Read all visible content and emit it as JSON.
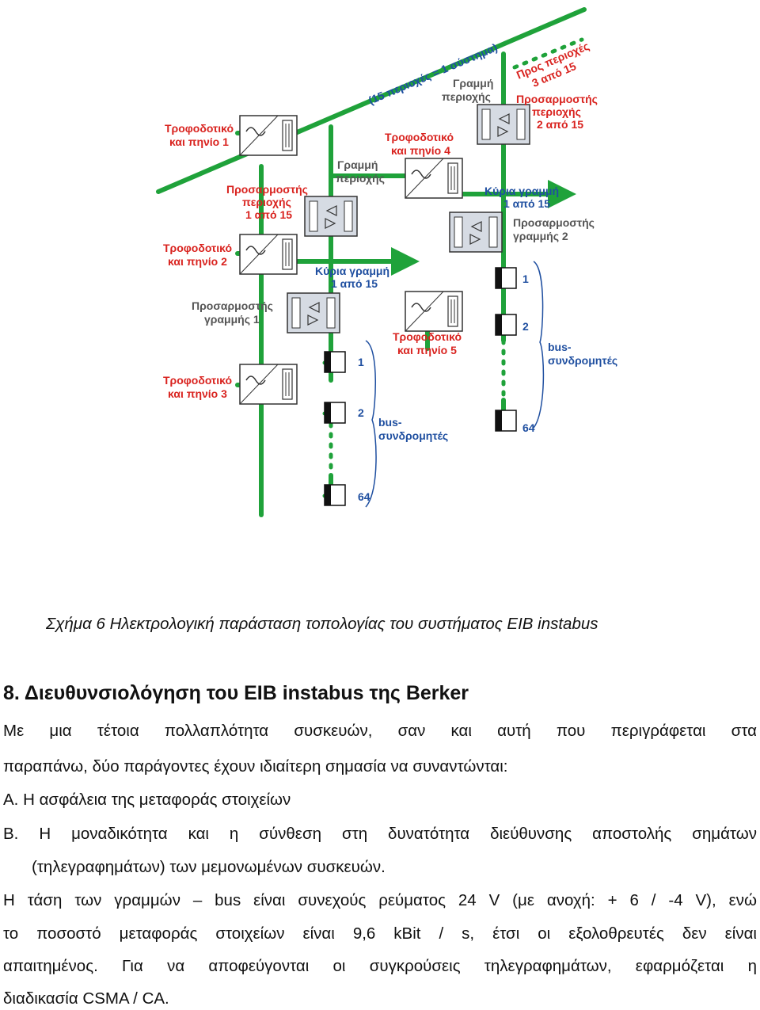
{
  "diagram": {
    "labels": {
      "system": "(15 περιοχές = 1 σύστημα)",
      "to_areas": [
        "Προς περιοχές",
        "3 από 15"
      ],
      "area_line_top": [
        "Γραμμή",
        "περιοχής"
      ],
      "area_coupler_2": [
        "Προσαρμοστής",
        "περιοχής",
        "2 από 15"
      ],
      "psu_1": [
        "Τροφοδοτικό",
        "και πηνίο 1"
      ],
      "psu_4": [
        "Τροφοδοτικό",
        "και πηνίο 4"
      ],
      "area_line_mid": [
        "Γραμμή",
        "περιοχής"
      ],
      "area_coupler_1": [
        "Προσαρμοστής",
        "περιοχής",
        "1 από 15"
      ],
      "main_line_right": [
        "Κύρια γραμμή",
        "1 από 15"
      ],
      "line_coupler_2": [
        "Προσαρμοστής",
        "γραμμής 2"
      ],
      "psu_2": [
        "Τροφοδοτικό",
        "και πηνίο 2"
      ],
      "main_line_left": [
        "Κύρια γραμμή",
        "1 από 15"
      ],
      "line_coupler_1": [
        "Προσαρμοστής",
        "γραμμής 1"
      ],
      "psu_5": [
        "Τροφοδοτικό",
        "και πηνίο 5"
      ],
      "bus_users_right": [
        "bus-",
        "συνδρομητές"
      ],
      "psu_3": [
        "Τροφοδοτικό",
        "και πηνίο 3"
      ],
      "bus_users_left": [
        "bus-",
        "συνδρομητές"
      ],
      "node_1": "1",
      "node_2": "2",
      "node_64": "64"
    },
    "colors": {
      "bus_green": "#1fa23a",
      "label_red": "#d9231f",
      "label_grey": "#555555",
      "label_blue": "#1f4fa0"
    }
  },
  "caption": "Σχήμα 6  Ηλεκτρολογική παράσταση τοπολογίας του συστήματος EIB instabus",
  "heading": "8. Διευθυνσιολόγηση  του EIB instabus  της  Berker",
  "paragraphs": {
    "p1_line1": "Με  μια  τέτοια  πολλαπλότητα  συσκευών,  σαν  και  αυτή  που  περιγράφεται  στα",
    "p1_line2": "παραπάνω, δύο παράγοντες  έχουν  ιδιαίτερη σημασία  να συναντώνται:",
    "item_a": "Α. Η ασφάλεια της μεταφοράς στοιχείων",
    "item_b_line1": "Β. Η μοναδικότητα και  η σύνθεση στη  δυνατότητα διεύθυνσης  αποστολής σημάτων",
    "item_b_line2": "(τηλεγραφημάτων) των μεμονωμένων συσκευών.",
    "p2_line1": "Η τάση των  γραμμών – bus είναι συνεχούς ρεύματος 24 V (με ανοχή: + 6 / -4 V), ενώ",
    "p2_line2": "το  ποσοστό  μεταφοράς  στοιχείων  είναι  9,6  kBit  /  s,  έτσι  οι  εξολοθρευτές  δεν  είναι",
    "p2_line3": "απαιτημένος.  Για  να  αποφεύγονται  οι  συγκρούσεις  τηλεγραφημάτων,  εφαρμόζεται  η",
    "p2_line4": "διαδικασία CSMA / CA."
  }
}
